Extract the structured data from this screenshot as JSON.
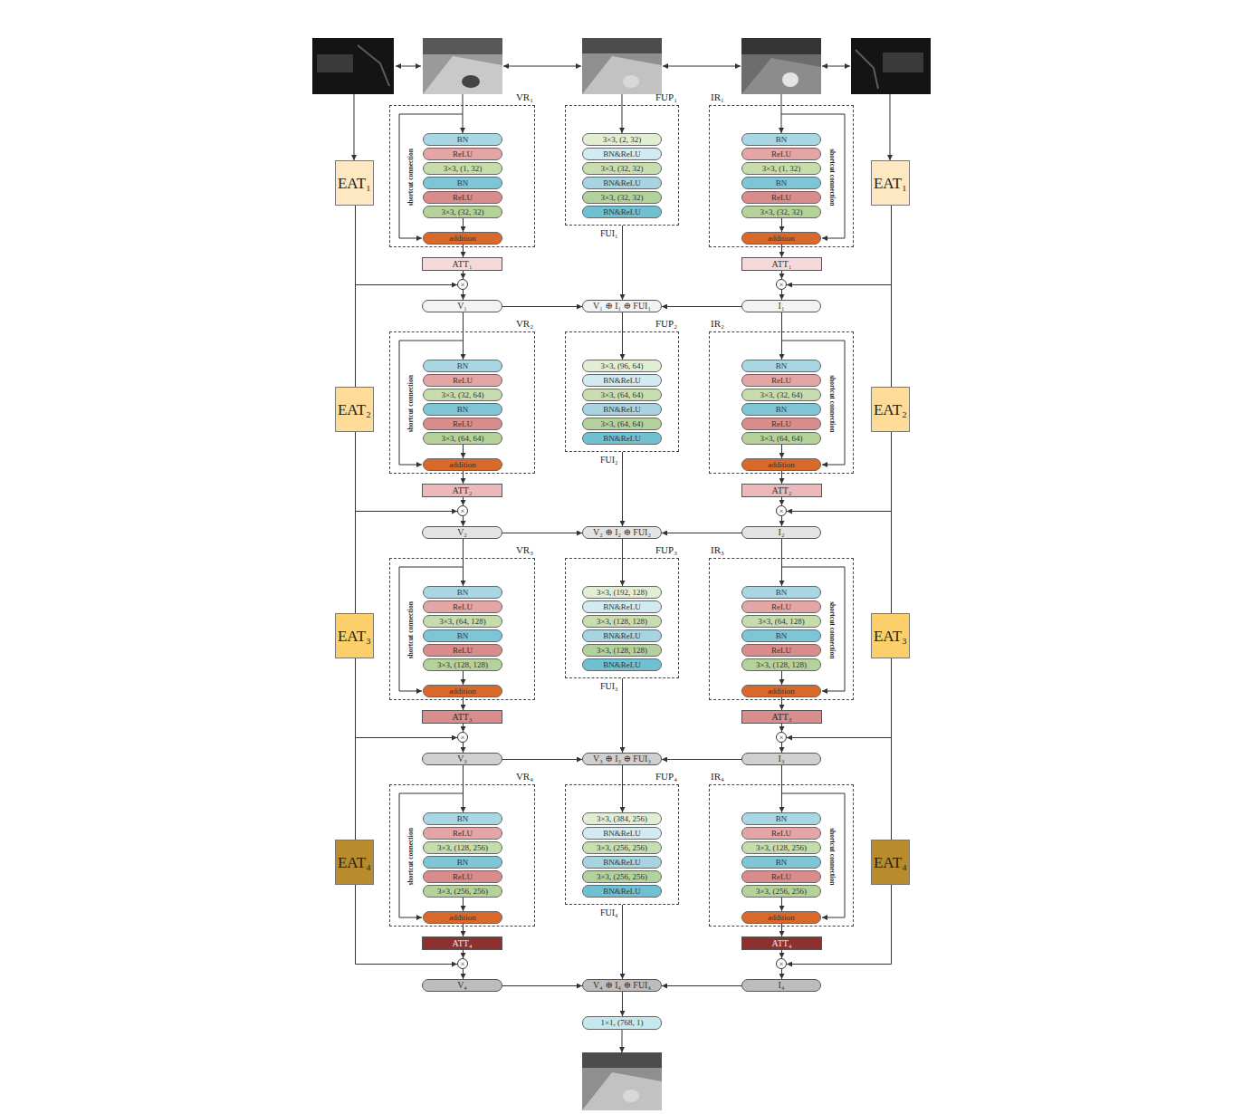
{
  "diagram": {
    "nodes": [
      {
        "text": [
          "EAT₁"
        ]
      },
      {
        "text": [
          "VR₁"
        ]
      },
      {
        "text": [
          "BN"
        ],
        "in": 1
      },
      {
        "text": [
          "ReLU"
        ],
        "in": 1
      },
      {
        "text": [
          "3×3, (1, 32)"
        ],
        "in": 1
      },
      {
        "text": [
          "BN"
        ],
        "in": 1
      },
      {
        "text": [
          "ReLU"
        ],
        "in": 1
      },
      {
        "text": [
          "3×3, (32, 32)"
        ],
        "in": 1
      },
      {
        "text": [
          "addition"
        ],
        "in": 1
      },
      {
        "text": [
          "FUP₁"
        ]
      },
      {
        "text": [
          "3×3, (2, 32)"
        ],
        "in": 9
      },
      {
        "text": [
          "BN&ReLU"
        ],
        "in": 9
      },
      {
        "text": [
          "3×3, (32, 32)"
        ],
        "in": 9
      },
      {
        "text": [
          "BN&ReLU"
        ],
        "in": 9
      },
      {
        "text": [
          "3×3, (32, 32)"
        ],
        "in": 9
      },
      {
        "text": [
          "BN&ReLU"
        ],
        "in": 9
      },
      {
        "text": [
          "IR₁"
        ]
      },
      {
        "text": [
          "BN"
        ],
        "in": 16
      },
      {
        "text": [
          "ReLU"
        ],
        "in": 16
      },
      {
        "text": [
          "3×3, (1, 32)"
        ],
        "in": 16
      },
      {
        "text": [
          "BN"
        ],
        "in": 16
      },
      {
        "text": [
          "ReLU"
        ],
        "in": 16
      },
      {
        "text": [
          "3×3, (32, 32)"
        ],
        "in": 16
      },
      {
        "text": [
          "addition"
        ],
        "in": 16
      },
      {
        "text": [
          "EAT₁"
        ]
      },
      {
        "text": [
          "ATT₁"
        ]
      },
      {
        "text": [
          "ATT₁"
        ]
      },
      {
        "text": [
          "×"
        ]
      },
      {
        "text": [
          "×"
        ]
      },
      {
        "text": [
          "V₁"
        ]
      },
      {
        "text": [
          "V₁ ⊕ I₁ ⊕ FUI₁"
        ]
      },
      {
        "text": [
          "I₁"
        ]
      },
      {
        "text": [
          "EAT₂"
        ]
      },
      {
        "text": [
          "VR₂"
        ]
      },
      {
        "text": [
          "BN"
        ],
        "in": 33
      },
      {
        "text": [
          "ReLU"
        ],
        "in": 33
      },
      {
        "text": [
          "3×3, (32, 64)"
        ],
        "in": 33
      },
      {
        "text": [
          "BN"
        ],
        "in": 33
      },
      {
        "text": [
          "ReLU"
        ],
        "in": 33
      },
      {
        "text": [
          "3×3, (64, 64)"
        ],
        "in": 33
      },
      {
        "text": [
          "addition"
        ],
        "in": 33
      },
      {
        "text": [
          "FUP₂"
        ]
      },
      {
        "text": [
          "3×3, (96, 64)"
        ],
        "in": 41
      },
      {
        "text": [
          "BN&ReLU"
        ],
        "in": 41
      },
      {
        "text": [
          "3×3, (64, 64)"
        ],
        "in": 41
      },
      {
        "text": [
          "BN&ReLU"
        ],
        "in": 41
      },
      {
        "text": [
          "3×3, (64, 64)"
        ],
        "in": 41
      },
      {
        "text": [
          "BN&ReLU"
        ],
        "in": 41
      },
      {
        "text": [
          "IR₂"
        ]
      },
      {
        "text": [
          "BN"
        ],
        "in": 48
      },
      {
        "text": [
          "ReLU"
        ],
        "in": 48
      },
      {
        "text": [
          "3×3, (32, 64)"
        ],
        "in": 48
      },
      {
        "text": [
          "BN"
        ],
        "in": 48
      },
      {
        "text": [
          "ReLU"
        ],
        "in": 48
      },
      {
        "text": [
          "3×3, (64, 64)"
        ],
        "in": 48
      },
      {
        "text": [
          "addition"
        ],
        "in": 48
      },
      {
        "text": [
          "EAT₂"
        ]
      },
      {
        "text": [
          "ATT₂"
        ]
      },
      {
        "text": [
          "ATT₂"
        ]
      },
      {
        "text": [
          "×"
        ]
      },
      {
        "text": [
          "×"
        ]
      },
      {
        "text": [
          "V₂"
        ]
      },
      {
        "text": [
          "V₂ ⊕ I₂ ⊕ FUI₂"
        ]
      },
      {
        "text": [
          "I₂"
        ]
      },
      {
        "text": [
          "EAT₃"
        ]
      },
      {
        "text": [
          "VR₃"
        ]
      },
      {
        "text": [
          "BN"
        ],
        "in": 65
      },
      {
        "text": [
          "ReLU"
        ],
        "in": 65
      },
      {
        "text": [
          "3×3, (64, 128)"
        ],
        "in": 65
      },
      {
        "text": [
          "BN"
        ],
        "in": 65
      },
      {
        "text": [
          "ReLU"
        ],
        "in": 65
      },
      {
        "text": [
          "3×3, (128, 128)"
        ],
        "in": 65
      },
      {
        "text": [
          "addition"
        ],
        "in": 65
      },
      {
        "text": [
          "FUP₃"
        ]
      },
      {
        "text": [
          "3×3, (192, 128)"
        ],
        "in": 73
      },
      {
        "text": [
          "BN&ReLU"
        ],
        "in": 73
      },
      {
        "text": [
          "3×3, (128, 128)"
        ],
        "in": 73
      },
      {
        "text": [
          "BN&ReLU"
        ],
        "in": 73
      },
      {
        "text": [
          "3×3, (128, 128)"
        ],
        "in": 73
      },
      {
        "text": [
          "BN&ReLU"
        ],
        "in": 73
      },
      {
        "text": [
          "IR₃"
        ]
      },
      {
        "text": [
          "BN"
        ],
        "in": 80
      },
      {
        "text": [
          "ReLU"
        ],
        "in": 80
      },
      {
        "text": [
          "3×3, (64, 128)"
        ],
        "in": 80
      },
      {
        "text": [
          "BN"
        ],
        "in": 80
      },
      {
        "text": [
          "ReLU"
        ],
        "in": 80
      },
      {
        "text": [
          "3×3, (128, 128)"
        ],
        "in": 80
      },
      {
        "text": [
          "addition"
        ],
        "in": 80
      },
      {
        "text": [
          "EAT₃"
        ]
      },
      {
        "text": [
          "ATT₃"
        ]
      },
      {
        "text": [
          "ATT₃"
        ]
      },
      {
        "text": [
          "×"
        ]
      },
      {
        "text": [
          "×"
        ]
      },
      {
        "text": [
          "V₃"
        ]
      },
      {
        "text": [
          "V₃ ⊕ I₃ ⊕ FUI₃"
        ]
      },
      {
        "text": [
          "I₃"
        ]
      },
      {
        "text": [
          "EAT₄"
        ]
      },
      {
        "text": [
          "VR₄"
        ]
      },
      {
        "text": [
          "BN"
        ],
        "in": 97
      },
      {
        "text": [
          "ReLU"
        ],
        "in": 97
      },
      {
        "text": [
          "3×3, (128, 256)"
        ],
        "in": 97
      },
      {
        "text": [
          "BN"
        ],
        "in": 97
      },
      {
        "text": [
          "ReLU"
        ],
        "in": 97
      },
      {
        "text": [
          "3×3, (256, 256)"
        ],
        "in": 97
      },
      {
        "text": [
          "addition"
        ],
        "in": 97
      },
      {
        "text": [
          "FUP₄"
        ]
      },
      {
        "text": [
          "3×3, (384, 256)"
        ],
        "in": 105
      },
      {
        "text": [
          "BN&ReLU"
        ],
        "in": 105
      },
      {
        "text": [
          "3×3, (256, 256)"
        ],
        "in": 105
      },
      {
        "text": [
          "BN&ReLU"
        ],
        "in": 105
      },
      {
        "text": [
          "3×3, (256, 256)"
        ],
        "in": 105
      },
      {
        "text": [
          "BN&ReLU"
        ],
        "in": 105
      },
      {
        "text": [
          "IR₄"
        ]
      },
      {
        "text": [
          "BN"
        ],
        "in": 112
      },
      {
        "text": [
          "ReLU"
        ],
        "in": 112
      },
      {
        "text": [
          "3×3, (128, 256)"
        ],
        "in": 112
      },
      {
        "text": [
          "BN"
        ],
        "in": 112
      },
      {
        "text": [
          "ReLU"
        ],
        "in": 112
      },
      {
        "text": [
          "3×3, (256, 256)"
        ],
        "in": 112
      },
      {
        "text": [
          "addition"
        ],
        "in": 112
      },
      {
        "text": [
          "EAT₄"
        ]
      },
      {
        "text": [
          "ATT₄"
        ]
      },
      {
        "text": [
          "ATT₄"
        ]
      },
      {
        "text": [
          "×"
        ]
      },
      {
        "text": [
          "×"
        ]
      },
      {
        "text": [
          "V₄"
        ]
      },
      {
        "text": [
          "V₄ ⊕ I₄ ⊕ FUI₄"
        ]
      },
      {
        "text": [
          "I₄"
        ]
      },
      {
        "text": [
          "1×1, (768, 1)"
        ]
      }
    ],
    "edges": [
      {
        "from": 0,
        "to": 27,
        "arrow": "to"
      },
      {
        "from": 24,
        "to": 28,
        "arrow": "to"
      },
      {
        "from": 7,
        "to": 8,
        "arrow": "to"
      },
      {
        "from": 22,
        "to": 23,
        "arrow": "to"
      },
      {
        "from": 8,
        "to": 25,
        "arrow": "to"
      },
      {
        "from": 23,
        "to": 26,
        "arrow": "to"
      },
      {
        "from": 25,
        "to": 27,
        "arrow": "to"
      },
      {
        "from": 26,
        "to": 28,
        "arrow": "to"
      },
      {
        "from": 27,
        "to": 29,
        "arrow": "to"
      },
      {
        "from": 28,
        "to": 31,
        "arrow": "to"
      },
      {
        "from": 29,
        "to": 30,
        "arrow": "to"
      },
      {
        "from": 31,
        "to": 30,
        "arrow": "to"
      },
      {
        "from": 9,
        "to": 30,
        "arrow": "to",
        "label": "FUI₁"
      },
      {
        "from": 0,
        "to": 32,
        "arrow": "none"
      },
      {
        "from": 24,
        "to": 56,
        "arrow": "none"
      },
      {
        "from": 29,
        "to": 34,
        "arrow": "to"
      },
      {
        "from": 30,
        "to": 42,
        "arrow": "to"
      },
      {
        "from": 31,
        "to": 49,
        "arrow": "to"
      },
      {
        "from": 32,
        "to": 59,
        "arrow": "to"
      },
      {
        "from": 56,
        "to": 60,
        "arrow": "to"
      },
      {
        "from": 39,
        "to": 40,
        "arrow": "to"
      },
      {
        "from": 54,
        "to": 55,
        "arrow": "to"
      },
      {
        "from": 40,
        "to": 57,
        "arrow": "to"
      },
      {
        "from": 55,
        "to": 58,
        "arrow": "to"
      },
      {
        "from": 57,
        "to": 59,
        "arrow": "to"
      },
      {
        "from": 58,
        "to": 60,
        "arrow": "to"
      },
      {
        "from": 59,
        "to": 61,
        "arrow": "to"
      },
      {
        "from": 60,
        "to": 63,
        "arrow": "to"
      },
      {
        "from": 61,
        "to": 62,
        "arrow": "to"
      },
      {
        "from": 63,
        "to": 62,
        "arrow": "to"
      },
      {
        "from": 41,
        "to": 62,
        "arrow": "to",
        "label": "FUI₂"
      },
      {
        "from": 32,
        "to": 64,
        "arrow": "none"
      },
      {
        "from": 56,
        "to": 88,
        "arrow": "none"
      },
      {
        "from": 61,
        "to": 66,
        "arrow": "to"
      },
      {
        "from": 62,
        "to": 74,
        "arrow": "to"
      },
      {
        "from": 63,
        "to": 81,
        "arrow": "to"
      },
      {
        "from": 64,
        "to": 91,
        "arrow": "to"
      },
      {
        "from": 88,
        "to": 92,
        "arrow": "to"
      },
      {
        "from": 71,
        "to": 72,
        "arrow": "to"
      },
      {
        "from": 86,
        "to": 87,
        "arrow": "to"
      },
      {
        "from": 72,
        "to": 89,
        "arrow": "to"
      },
      {
        "from": 87,
        "to": 90,
        "arrow": "to"
      },
      {
        "from": 89,
        "to": 91,
        "arrow": "to"
      },
      {
        "from": 90,
        "to": 92,
        "arrow": "to"
      },
      {
        "from": 91,
        "to": 93,
        "arrow": "to"
      },
      {
        "from": 92,
        "to": 95,
        "arrow": "to"
      },
      {
        "from": 93,
        "to": 94,
        "arrow": "to"
      },
      {
        "from": 95,
        "to": 94,
        "arrow": "to"
      },
      {
        "from": 73,
        "to": 94,
        "arrow": "to",
        "label": "FUI₃"
      },
      {
        "from": 64,
        "to": 96,
        "arrow": "none"
      },
      {
        "from": 88,
        "to": 120,
        "arrow": "none"
      },
      {
        "from": 93,
        "to": 98,
        "arrow": "to"
      },
      {
        "from": 94,
        "to": 106,
        "arrow": "to"
      },
      {
        "from": 95,
        "to": 113,
        "arrow": "to"
      },
      {
        "from": 96,
        "to": 123,
        "arrow": "to"
      },
      {
        "from": 120,
        "to": 124,
        "arrow": "to"
      },
      {
        "from": 103,
        "to": 104,
        "arrow": "to"
      },
      {
        "from": 118,
        "to": 119,
        "arrow": "to"
      },
      {
        "from": 104,
        "to": 121,
        "arrow": "to"
      },
      {
        "from": 119,
        "to": 122,
        "arrow": "to"
      },
      {
        "from": 121,
        "to": 123,
        "arrow": "to"
      },
      {
        "from": 122,
        "to": 124,
        "arrow": "to"
      },
      {
        "from": 123,
        "to": 125,
        "arrow": "to"
      },
      {
        "from": 124,
        "to": 127,
        "arrow": "to"
      },
      {
        "from": 125,
        "to": 126,
        "arrow": "to"
      },
      {
        "from": 127,
        "to": 126,
        "arrow": "to"
      },
      {
        "from": 105,
        "to": 126,
        "arrow": "to",
        "label": "FUI₄"
      },
      {
        "from": 126,
        "to": 128,
        "arrow": "to"
      }
    ],
    "labels": [
      "shortcut connection",
      "shortcut connection",
      "shortcut connection",
      "shortcut connection",
      "shortcut connection",
      "shortcut connection",
      "shortcut connection",
      "shortcut connection"
    ]
  }
}
